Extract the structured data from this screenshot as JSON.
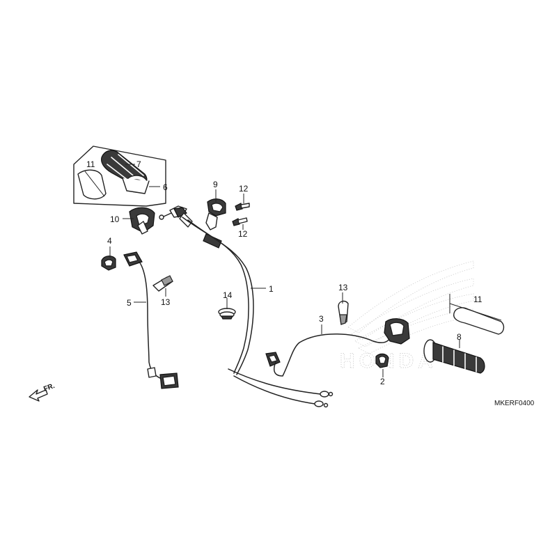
{
  "callouts": [
    {
      "id": "c1",
      "text": "1"
    },
    {
      "id": "c2",
      "text": "2"
    },
    {
      "id": "c3",
      "text": "3"
    },
    {
      "id": "c4",
      "text": "4"
    },
    {
      "id": "c5",
      "text": "5"
    },
    {
      "id": "c6",
      "text": "6"
    },
    {
      "id": "c7",
      "text": "7"
    },
    {
      "id": "c8",
      "text": "8"
    },
    {
      "id": "c9",
      "text": "9"
    },
    {
      "id": "c10",
      "text": "10"
    },
    {
      "id": "c11a",
      "text": "11"
    },
    {
      "id": "c11b",
      "text": "11"
    },
    {
      "id": "c12a",
      "text": "12"
    },
    {
      "id": "c12b",
      "text": "12"
    },
    {
      "id": "c13a",
      "text": "13"
    },
    {
      "id": "c13b",
      "text": "13"
    },
    {
      "id": "c14",
      "text": "14"
    }
  ],
  "direction_label": "FR.",
  "diagram_code": "MKERF0400",
  "watermark_logo": "HONDA",
  "colors": {
    "line": "#222222",
    "fill_dark": "#3a3a3a",
    "watermark": "#c8c8c8"
  }
}
